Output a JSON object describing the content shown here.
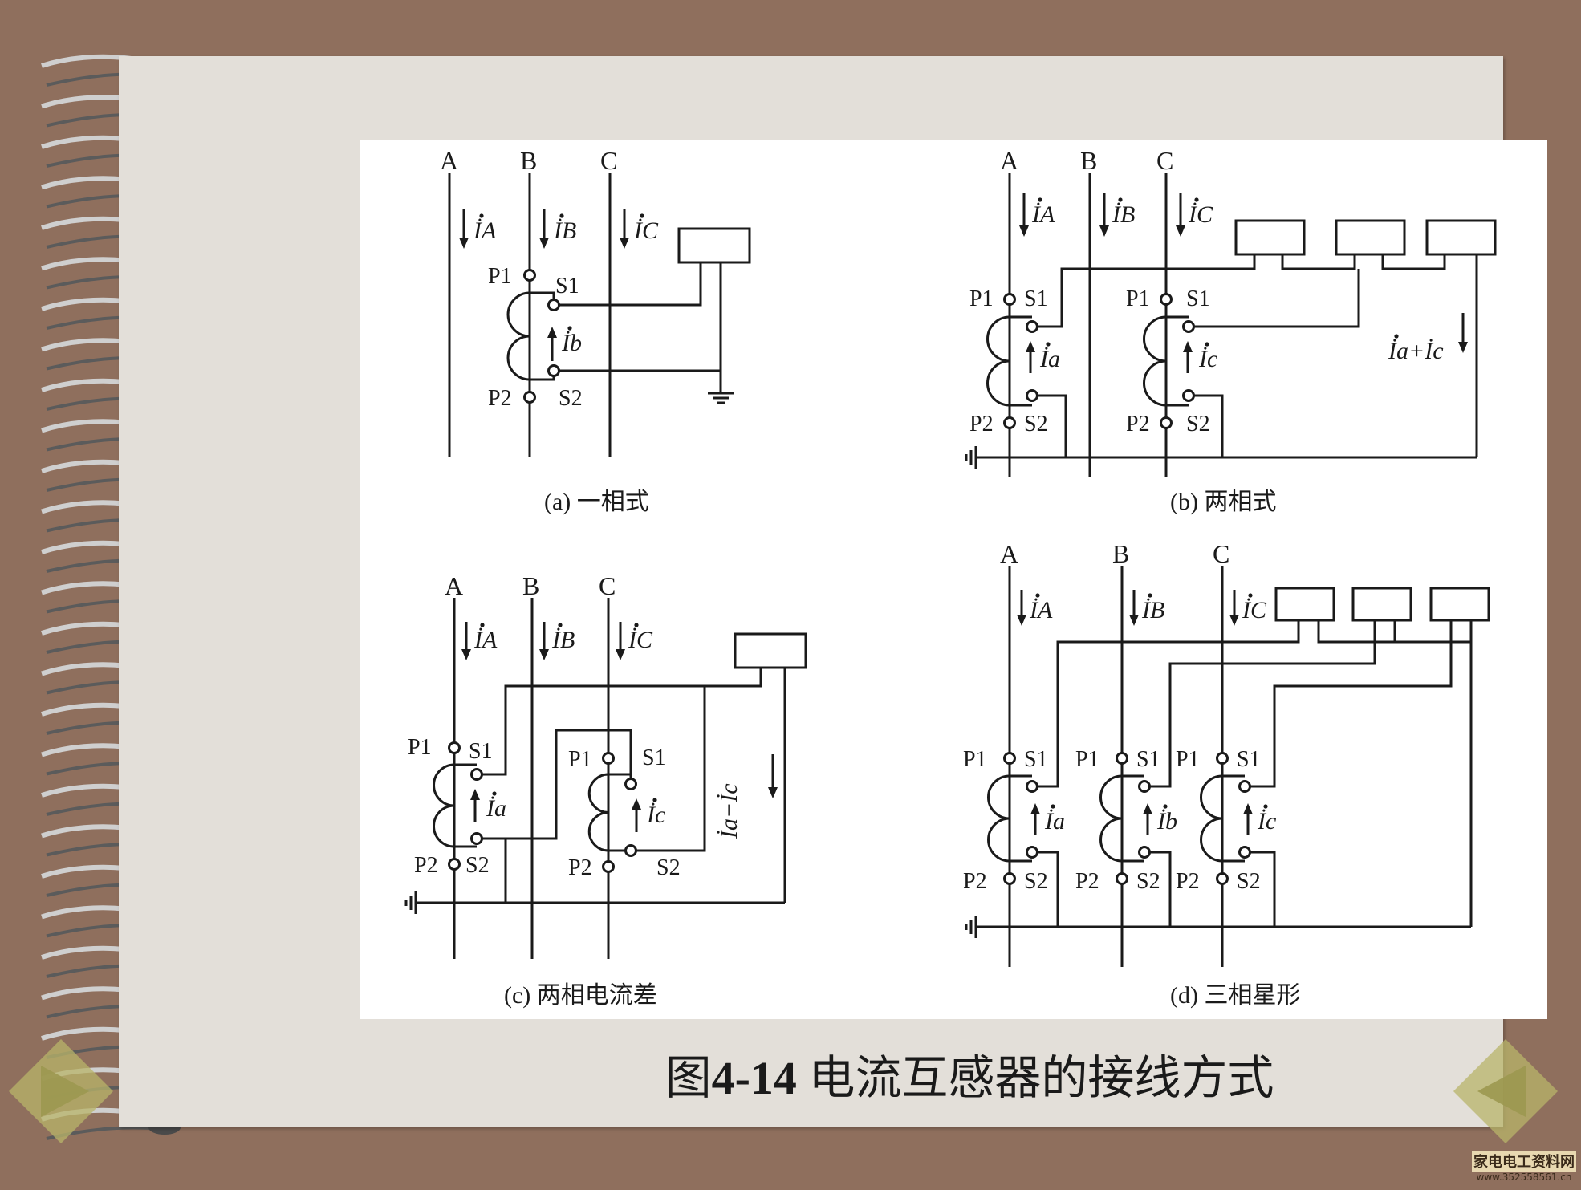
{
  "figure_title": {
    "prefix": "图",
    "number": "4-14",
    "text": " 电流互感器的接线方式"
  },
  "phases": [
    "A",
    "B",
    "C"
  ],
  "ct_terminals": {
    "p1": "P1",
    "p2": "P2",
    "s1": "S1",
    "s2": "S2"
  },
  "panels": [
    {
      "id": "a",
      "caption": "(a)  一相式",
      "currents": [
        "İA",
        "İB",
        "İC",
        "İb"
      ]
    },
    {
      "id": "b",
      "caption": "(b) 两相式",
      "currents": [
        "İA",
        "İB",
        "İC",
        "İa",
        "İc",
        "İa+İc"
      ]
    },
    {
      "id": "c",
      "caption": "(c) 两相电流差",
      "currents": [
        "İA",
        "İB",
        "İC",
        "İa",
        "İc",
        "İa−İc"
      ]
    },
    {
      "id": "d",
      "caption": "(d) 三相星形",
      "currents": [
        "İA",
        "İB",
        "İC",
        "İa",
        "İb",
        "İc"
      ]
    }
  ],
  "watermark": {
    "title": "家电电工资料网",
    "url": "www.352558561.cn"
  },
  "colors": {
    "frame": "#8f6f5d",
    "slide": "#e3dfd9",
    "panel": "#ffffff",
    "ink": "#1a1a1a"
  }
}
